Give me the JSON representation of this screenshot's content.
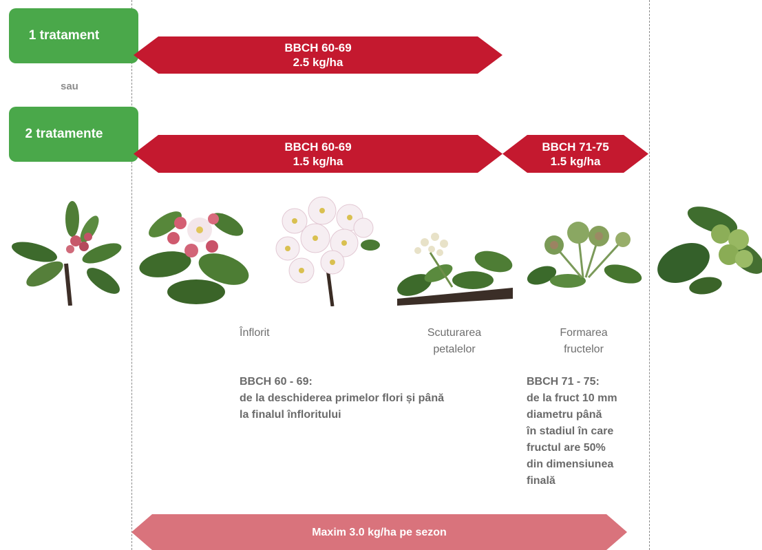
{
  "treatments": {
    "one_label": "1 tratament",
    "or_label": "sau",
    "two_label": "2 tratamente"
  },
  "arrows": {
    "single": {
      "stage": "BBCH 60-69",
      "dose": "2.5 kg/ha"
    },
    "double_first": {
      "stage": "BBCH 60-69",
      "dose": "1.5 kg/ha"
    },
    "double_second": {
      "stage": "BBCH 71-75",
      "dose": "1.5 kg/ha"
    },
    "season": {
      "label": "Maxim 3.0 kg/ha pe sezon"
    }
  },
  "stages": {
    "flowering": "Înflorit",
    "petal_fall_line1": "Scuturarea",
    "petal_fall_line2": "petalelor",
    "fruit_set_line1": "Formarea",
    "fruit_set_line2": "fructelor"
  },
  "descriptions": {
    "bbch_60_69": {
      "title": "BBCH 60 - 69:",
      "lines": [
        "de la deschiderea primelor flori și până",
        "la finalul înfloritului"
      ]
    },
    "bbch_71_75": {
      "title": "BBCH 71 - 75:",
      "lines": [
        "de la fruct 10 mm",
        "diametru până",
        "în stadiul în care",
        "fructul are 50%",
        "din dimensiunea",
        "finală"
      ]
    }
  },
  "colors": {
    "treatment_green": "#4aa84a",
    "arrow_red": "#c4192f",
    "season_pink": "#d9737c"
  },
  "images": [
    "apple-bud-icon",
    "apple-pink-bud-icon",
    "apple-blossom-icon",
    "apple-petal-fall-icon",
    "apple-fruitlet-icon",
    "apple-young-fruit-icon"
  ]
}
